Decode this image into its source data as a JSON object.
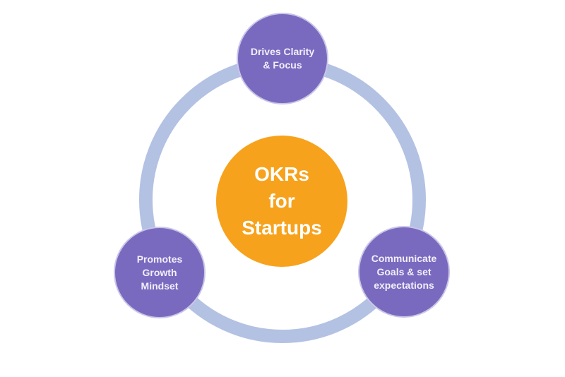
{
  "diagram": {
    "nodes": {
      "center": {
        "lines": [
          "OKRs",
          "for",
          "Startups"
        ]
      },
      "top": {
        "lines": [
          "Drives Clarity",
          "& Focus"
        ]
      },
      "bottom_left": {
        "lines": [
          "Promotes",
          "Growth",
          "Mindset"
        ]
      },
      "bottom_right": {
        "lines": [
          "Communicate",
          "Goals & set",
          "expectations"
        ]
      }
    }
  },
  "colors": {
    "ring": "#B3C1E3",
    "node_fill": "#7A6ABF",
    "node_edge": "#C9C6E9",
    "node_text": "#F1EFFA",
    "center_fill": "#F7A21C",
    "center_text": "#FFFFFF"
  }
}
